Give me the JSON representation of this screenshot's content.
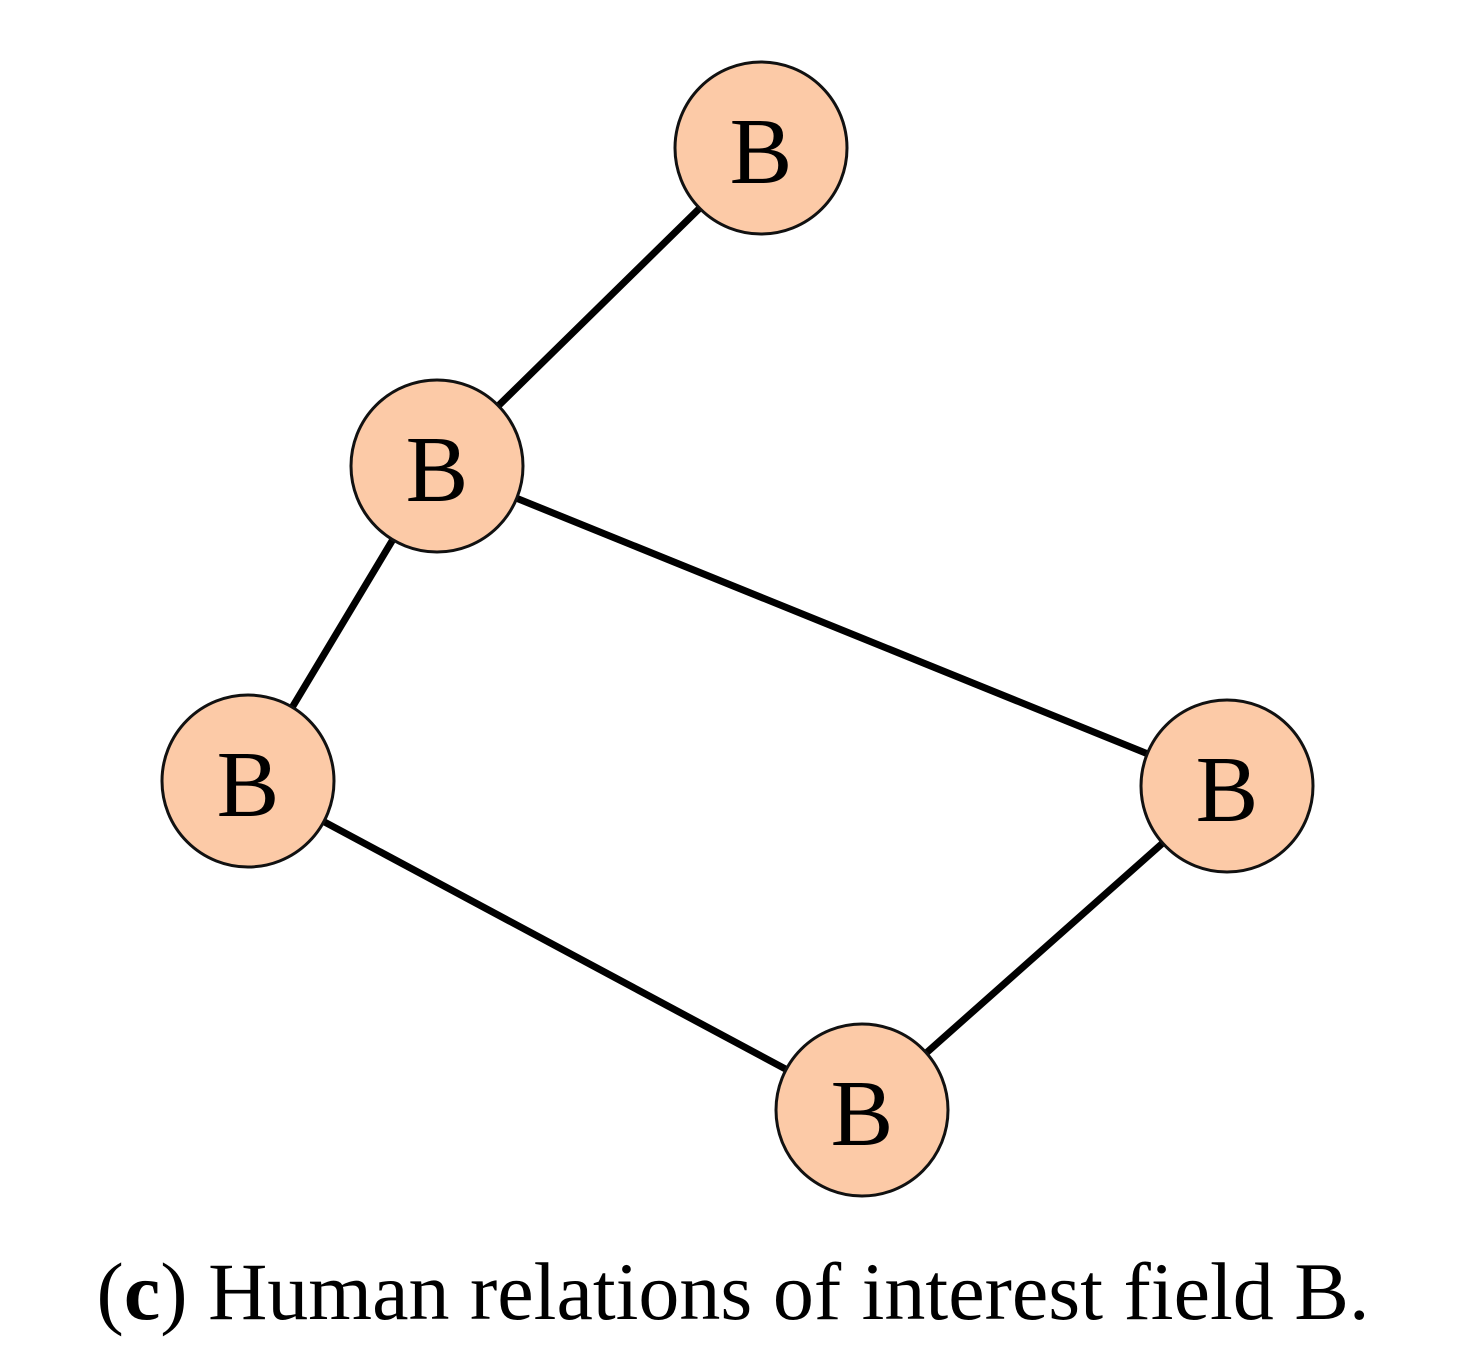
{
  "diagram": {
    "node_fill": "#fccaa7",
    "nodes": [
      {
        "id": "n1",
        "label": "B"
      },
      {
        "id": "n2",
        "label": "B"
      },
      {
        "id": "n3",
        "label": "B"
      },
      {
        "id": "n4",
        "label": "B"
      },
      {
        "id": "n5",
        "label": "B"
      }
    ],
    "edges": [
      {
        "from": "n1",
        "to": "n2"
      },
      {
        "from": "n2",
        "to": "n3"
      },
      {
        "from": "n2",
        "to": "n4"
      },
      {
        "from": "n3",
        "to": "n5"
      },
      {
        "from": "n4",
        "to": "n5"
      }
    ]
  },
  "caption": {
    "open_paren": "(",
    "letter": "c",
    "rest": ") Human relations of interest field B."
  }
}
